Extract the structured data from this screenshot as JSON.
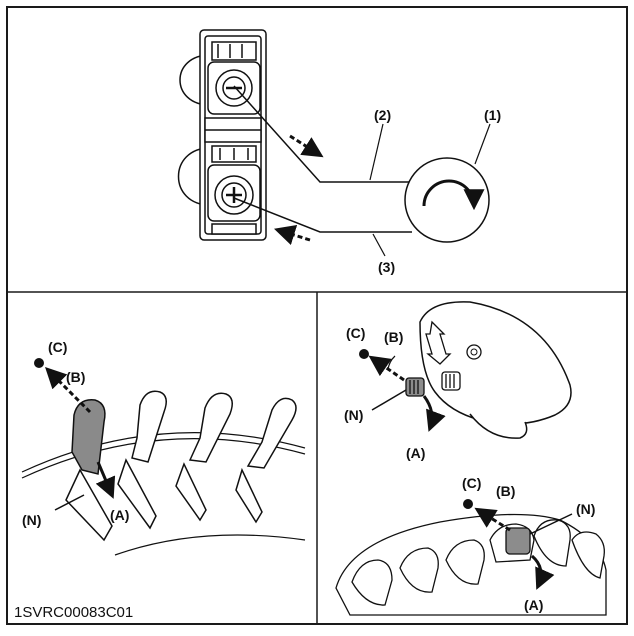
{
  "figure_code": "1SVRC00083C01",
  "colors": {
    "line": "#111111",
    "frame": "#1a1a1a",
    "lever_active": "#8a8a8a",
    "knob_active": "#8c8c8c",
    "background": "#ffffff"
  },
  "icons": {
    "rotation": "clockwise-arrow-icon",
    "push": "dashed-arrow-icon"
  },
  "top_panel": {
    "callout_1": "(1)",
    "callout_2": "(2)",
    "callout_3": "(3)"
  },
  "lever_panel": {
    "label_c": "(C)",
    "label_b": "(B)",
    "label_a": "(A)",
    "label_n": "(N)"
  },
  "joystick_panel": {
    "label_c": "(C)",
    "label_b": "(B)",
    "label_a": "(A)",
    "label_n": "(N)"
  },
  "grip_panel": {
    "label_c": "(C)",
    "label_b": "(B)",
    "label_a": "(A)",
    "label_n": "(N)"
  }
}
